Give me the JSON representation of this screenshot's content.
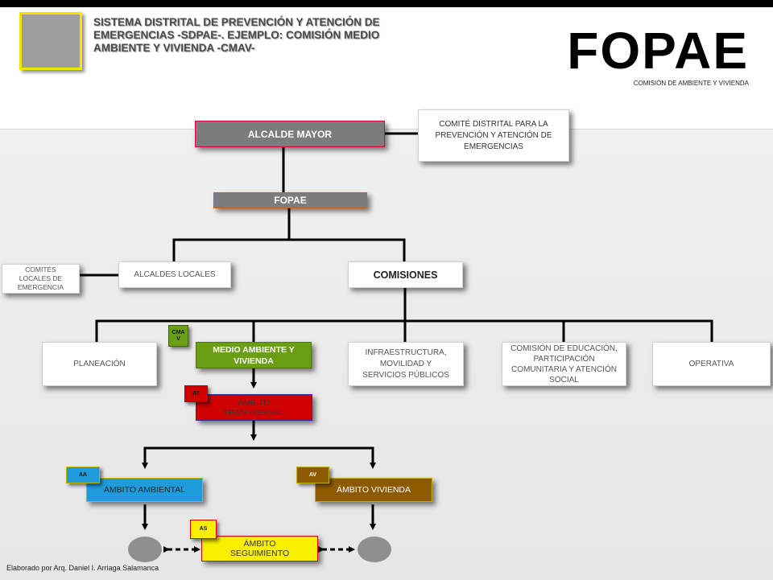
{
  "header": {
    "title": "SISTEMA DISTRITAL DE PREVENCIÓN Y ATENCIÓN DE EMERGENCIAS -SDPAE-. EJEMPLO: COMISIÓN MEDIO AMBIENTE Y VIVIENDA -CMAV-",
    "brand": "FOPAE",
    "brand_subtitle": "COMISIÓN DE AMBIENTE Y VIVIENDA"
  },
  "nodes": {
    "alcalde_mayor": "ALCALDE MAYOR",
    "comite_distrital": "COMITÉ DISTRITAL PARA LA PREVENCIÓN Y ATENCIÓN DE EMERGENCIAS",
    "fopae": "FOPAE",
    "comites_locales": "COMITÉS LOCALES DE EMERGENCIA",
    "alcaldes_locales": "ALCALDES LOCALES",
    "comisiones": "COMISIONES",
    "planeacion": "PLANEACIÓN",
    "medio_ambiente": "MEDIO AMBIENTE Y VIVIENDA",
    "infraestructura": "INFRAESTRUCTURA, MOVILIDAD Y SERVICIOS PÚBLICOS",
    "educacion": "COMISIÓN DE EDUCACIÓN, PARTICIPACIÓN COMUNITARIA Y ATENCIÓN SOCIAL",
    "operativa": "OPERATIVA",
    "ambito_transversal": "ÁMBITO TRANSVERSAL",
    "ambito_ambiental": "ÁMBITO AMBIENTAL",
    "ambito_vivienda": "ÁMBITO VIVIENDA",
    "ambito_seguimiento": "ÁMBITO SEGUIMIENTO"
  },
  "tags": {
    "cmav": "CMA V",
    "at": "AT",
    "aa": "AA",
    "av": "AV",
    "as": "AS"
  },
  "colors": {
    "connector": "#000000",
    "red_border": "#e0002a",
    "green": "#6a9e14",
    "red": "#d00000",
    "blue": "#1f9bdc",
    "brown": "#8e5a00",
    "yellow": "#f8f000",
    "gray": "#7c7c7c"
  },
  "footer": {
    "credit": "Elaborado por Arq. Daniel I. Arriaga Salamanca"
  }
}
